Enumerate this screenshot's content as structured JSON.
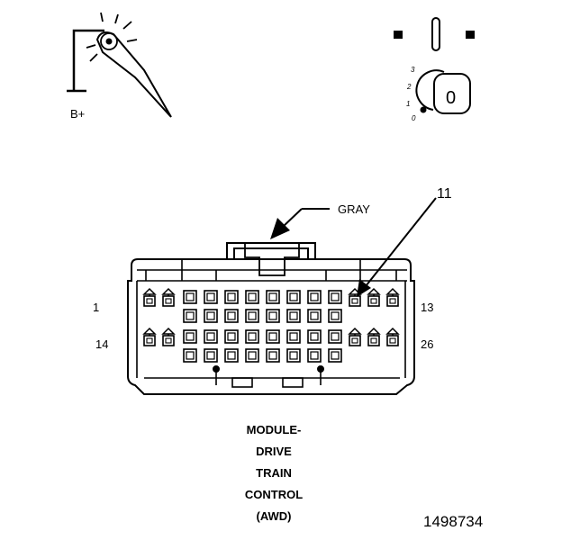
{
  "probe": {
    "supply_label": "B+"
  },
  "ignition_switch": {
    "position_labels": [
      "3",
      "2",
      "1",
      "0"
    ],
    "key_label": "0"
  },
  "connector": {
    "color_label": "GRAY",
    "callout_pin": "11",
    "row1_first_pin": "1",
    "row1_last_pin": "13",
    "row2_first_pin": "14",
    "row2_last_pin": "26"
  },
  "title_lines": [
    "MODULE-",
    "DRIVE",
    "TRAIN",
    "CONTROL",
    "(AWD)"
  ],
  "figure_id": "1498734"
}
